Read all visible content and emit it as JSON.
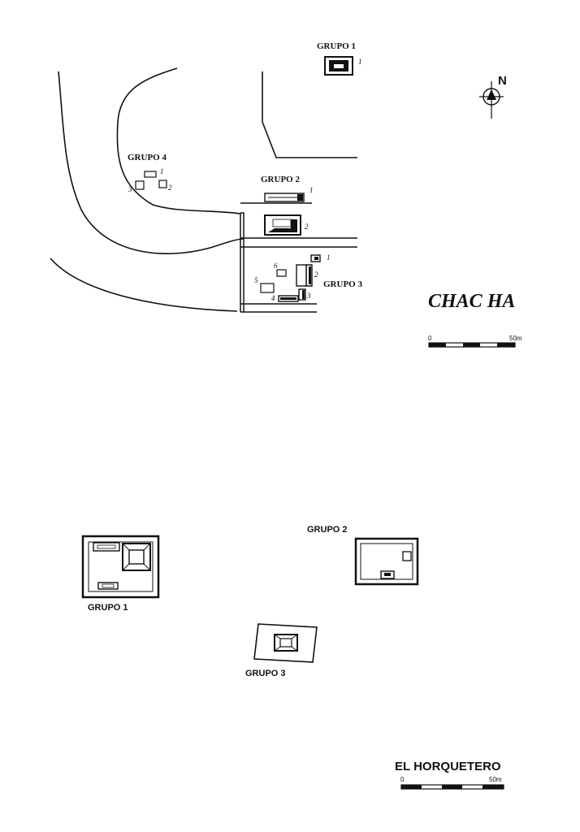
{
  "map_top": {
    "title": "CHAC HA",
    "north_label": "N",
    "groups": {
      "g1": {
        "label": "GRUPO 1",
        "numbers": [
          "1"
        ]
      },
      "g2": {
        "label": "GRUPO 2",
        "numbers": [
          "1",
          "2"
        ]
      },
      "g3": {
        "label": "GRUPO 3",
        "numbers": [
          "1",
          "2",
          "3",
          "4",
          "5",
          "6"
        ]
      },
      "g4": {
        "label": "GRUPO 4",
        "numbers": [
          "1",
          "2",
          "3"
        ]
      }
    },
    "scale": {
      "start": "0",
      "end": "50m"
    }
  },
  "map_bottom": {
    "title": "EL HORQUETERO",
    "groups": {
      "g1": {
        "label": "GRUPO 1"
      },
      "g2": {
        "label": "GRUPO 2"
      },
      "g3": {
        "label": "GRUPO 3"
      }
    },
    "scale": {
      "start": "0",
      "end": "50m"
    }
  }
}
